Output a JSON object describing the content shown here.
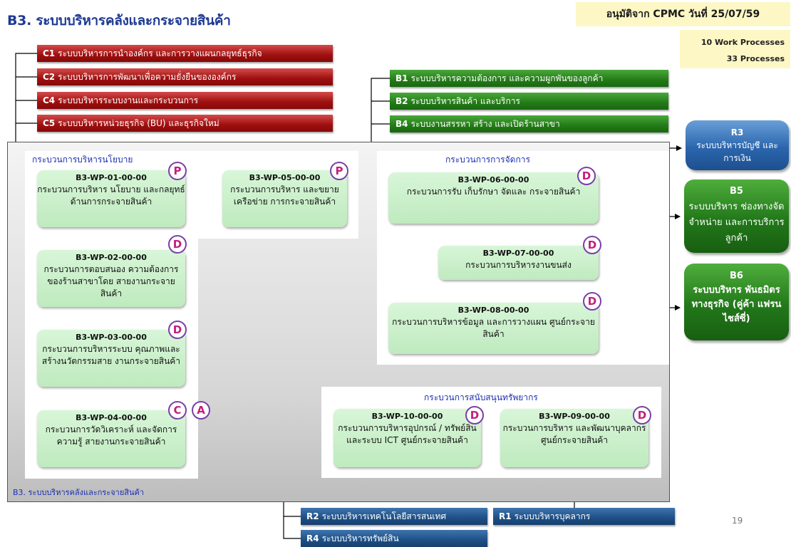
{
  "title": "B3. ระบบบริหารคลังและกระจายสินค้า",
  "approval": "อนุมัติจาก CPMC  วันที่ 25/07/59",
  "stats": {
    "work_processes": "10 Work Processes",
    "processes": "33 Processes"
  },
  "systems_red": [
    {
      "code": "C1",
      "label": "ระบบบริหารการนำองค์กร และการวางแผนกลยุทธ์ธุรกิจ"
    },
    {
      "code": "C2",
      "label": "ระบบบริหารการพัฒนาเพื่อความยั่งยืนขององค์กร"
    },
    {
      "code": "C4",
      "label": "ระบบบริหารระบบงานและกระบวนการ"
    },
    {
      "code": "C5",
      "label": "ระบบบริหารหน่วยธุรกิจ (BU) และธุรกิจใหม่"
    }
  ],
  "systems_green": [
    {
      "code": "B1",
      "label": "ระบบบริหารความต้องการ  และความผูกพันของลูกค้า"
    },
    {
      "code": "B2",
      "label": "ระบบบริหารสินค้า และบริการ"
    },
    {
      "code": "B4",
      "label": "ระบบงานสรรหา สร้าง และเปิดร้านสาขา"
    }
  ],
  "systems_blue": [
    {
      "code": "R2",
      "label": "ระบบบริหารเทคโนโลยีสารสนเทศ"
    },
    {
      "code": "R1",
      "label": "ระบบบริหารบุคลากร"
    },
    {
      "code": "R4",
      "label": "ระบบบริหารทรัพย์สิน"
    }
  ],
  "side_systems": [
    {
      "code": "R3",
      "label": "ระบบบริหารบัญชี และการเงิน"
    },
    {
      "code": "B5",
      "label": "ระบบบริหาร ช่องทางจัดจำหน่าย และการบริการลูกค้า"
    },
    {
      "code": "B6",
      "label": "ระบบบริหาร พันธมิตรทางธุรกิจ (คู่ค้า แฟรนไชส์ซี่)"
    }
  ],
  "sections": {
    "policy": "กระบวนการบริหารนโยบาย",
    "management": "กระบวนการการจัดการ",
    "support": "กระบวนการสนับสนุนทรัพยากร"
  },
  "work_processes": [
    {
      "code": "B3-WP-01-00-00",
      "name": "กระบวนการบริหาร นโยบาย และกลยุทธ์ ด้านการกระจายสินค้า",
      "badges": [
        "P"
      ]
    },
    {
      "code": "B3-WP-05-00-00",
      "name": "กระบวนการบริหาร และขยายเครือข่าย การกระจายสินค้า",
      "badges": [
        "P"
      ]
    },
    {
      "code": "B3-WP-02-00-00",
      "name": "กระบวนการตอบสนอง ความต้องการของร้านสาขาโดย สายงานกระจายสินค้า",
      "badges": [
        "D"
      ]
    },
    {
      "code": "B3-WP-03-00-00",
      "name": "กระบวนการบริหารระบบ คุณภาพและสร้างนวัตกรรมสาย งานกระจายสินค้า",
      "badges": [
        "D"
      ]
    },
    {
      "code": "B3-WP-04-00-00",
      "name": "กระบวนการวัดวิเคราะห์ และจัดการความรู้ สายงานกระจายสินค้า",
      "badges": [
        "C",
        "A"
      ]
    },
    {
      "code": "B3-WP-06-00-00",
      "name": "กระบวนการรับ เก็บรักษา จัดและ กระจายสินค้า",
      "badges": [
        "D"
      ]
    },
    {
      "code": "B3-WP-07-00-00",
      "name": "กระบวนการบริหารงานขนส่ง",
      "badges": [
        "D"
      ]
    },
    {
      "code": "B3-WP-08-00-00",
      "name": "กระบวนการบริหารข้อมูล  และการวางแผน ศูนย์กระจายสินค้า",
      "badges": [
        "D"
      ]
    },
    {
      "code": "B3-WP-10-00-00",
      "name": "กระบวนการบริหารอุปกรณ์ / ทรัพย์สิน และระบบ ICT ศูนย์กระจายสินค้า",
      "badges": [
        "D"
      ]
    },
    {
      "code": "B3-WP-09-00-00",
      "name": "กระบวนการบริหาร และพัฒนาบุคลากร ศูนย์กระจายสินค้า",
      "badges": [
        "D"
      ]
    }
  ],
  "footer": "B3. ระบบบริหารคลังและกระจายสินค้า",
  "page_number": "19"
}
